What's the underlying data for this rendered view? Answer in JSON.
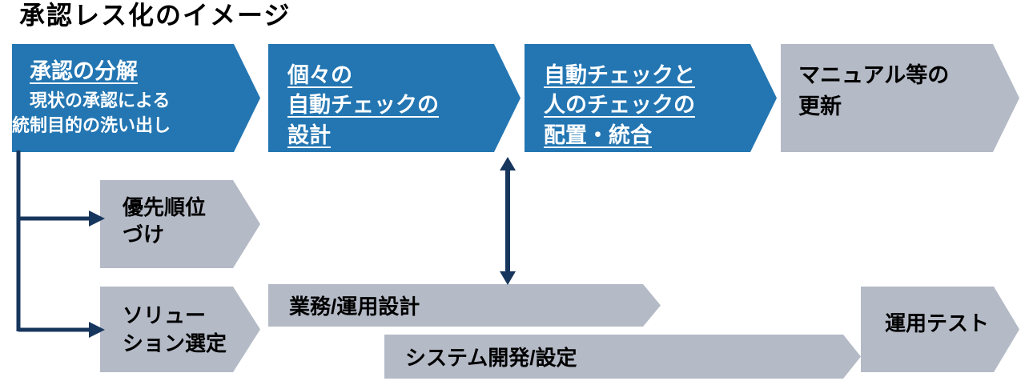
{
  "title": "承認レス化のイメージ",
  "colors": {
    "blue": "#2376B2",
    "gray": "#B4BAC6",
    "navy": "#17365D",
    "text_on_blue": "#FFFFFF",
    "text_on_gray": "#000000"
  },
  "steps": {
    "step1": {
      "heading": "承認の分解",
      "sub": "現状の承認による\n統制目的の洗い出し"
    },
    "step2": {
      "heading": "個々の\n自動チェックの\n設計"
    },
    "step3": {
      "heading": "自動チェックと\n人のチェックの\n配置・統合"
    },
    "step4": {
      "heading": "マニュアル等の\n更新"
    }
  },
  "branches": {
    "priority": "優先順位\nづけ",
    "solution": "ソリュー\nション選定"
  },
  "tracks": {
    "business_design": "業務/運用設計",
    "system_dev": "システム開発/設定",
    "operation_test": "運用テスト"
  }
}
